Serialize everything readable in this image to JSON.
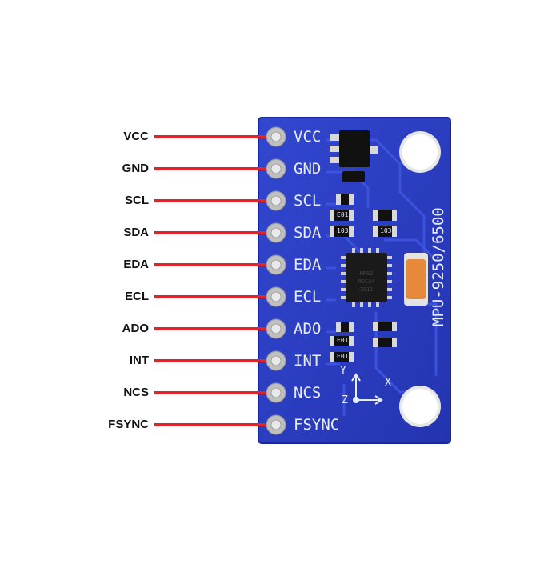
{
  "pins": [
    "VCC",
    "GND",
    "SCL",
    "SDA",
    "EDA",
    "ECL",
    "ADO",
    "INT",
    "NCS",
    "FSYNC"
  ],
  "board": {
    "model_text": "MPU-9250/6500",
    "axis_y": "Y",
    "axis_x": "X",
    "axis_z": "Z",
    "resistor_codes": [
      "E01",
      "103",
      "103",
      "E01",
      "E01"
    ],
    "colors": {
      "board": "#2a3ec4",
      "wire": "#e0222a",
      "pad": "#c9c9c9",
      "cap": "#e6893a"
    }
  }
}
